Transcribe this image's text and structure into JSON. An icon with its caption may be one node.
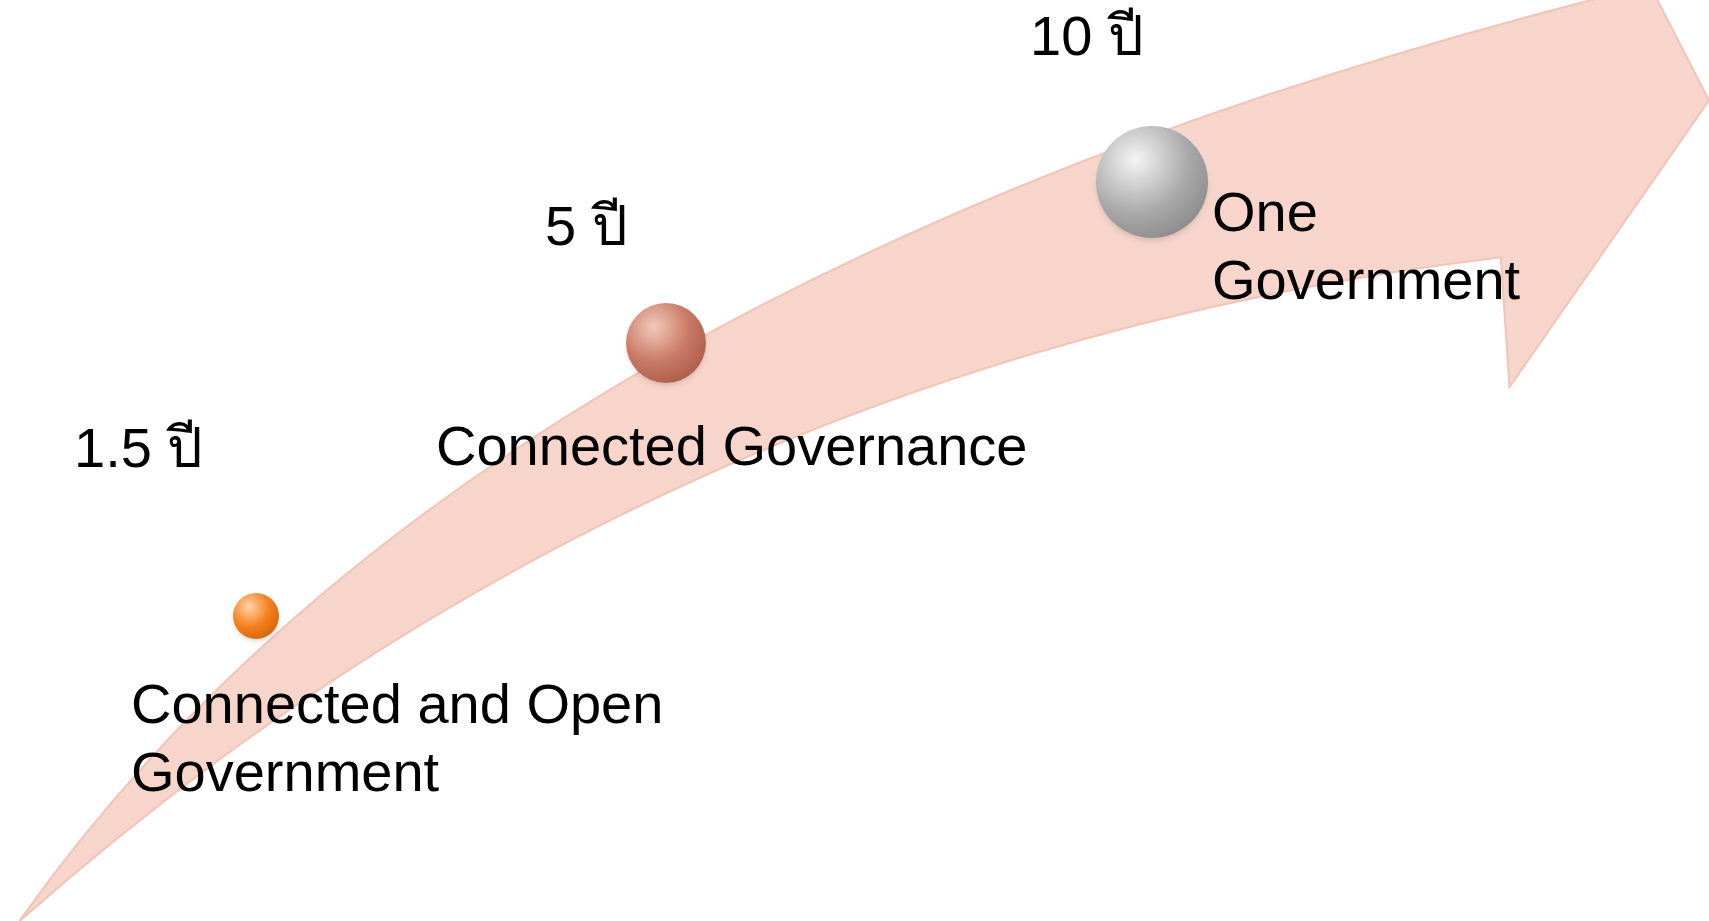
{
  "diagram": {
    "nodes": [
      {
        "text": [],
        "shape": "circle",
        "beside": [
          "1.5 ปี",
          "Connected and Open Government"
        ]
      },
      {
        "text": [],
        "shape": "circle",
        "beside": [
          "5 ปี",
          "Connected Governance"
        ]
      },
      {
        "text": [],
        "shape": "circle",
        "beside": [
          "10 ปี",
          "One Government"
        ]
      }
    ]
  }
}
